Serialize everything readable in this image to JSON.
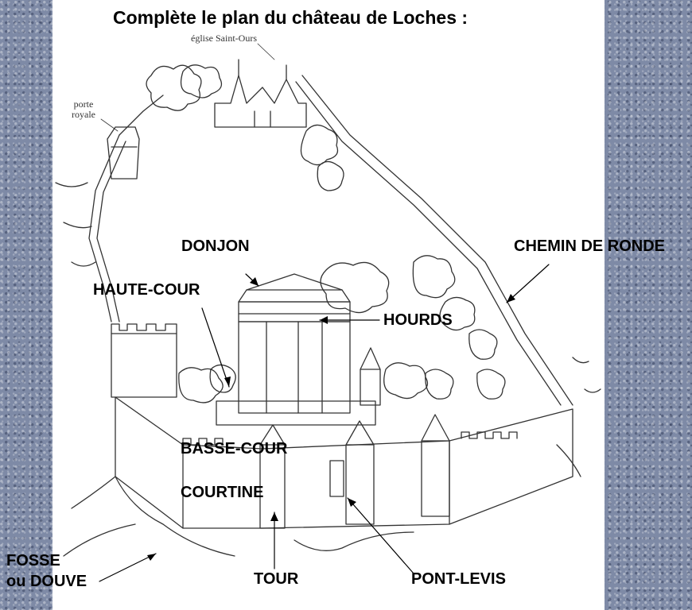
{
  "title": "Complète le plan du château de Loches :",
  "drawing_labels": {
    "eglise": "église Saint-Ours",
    "porte_line1": "porte",
    "porte_line2": "royale"
  },
  "labels": {
    "donjon": "DONJON",
    "haute_cour": "HAUTE-COUR",
    "hourds": "HOURDS",
    "chemin_de_ronde": "CHEMIN DE RONDE",
    "basse_cour": "BASSE-COUR",
    "courtine": "COURTINE",
    "fosse_line1": "FOSSE",
    "fosse_line2": "ou DOUVE",
    "tour": "TOUR",
    "pont_levis": "PONT-LEVIS"
  },
  "colors": {
    "background": "#7e8aa6",
    "sheet": "#ffffff",
    "ink": "#000000",
    "sketch": "#333333"
  }
}
